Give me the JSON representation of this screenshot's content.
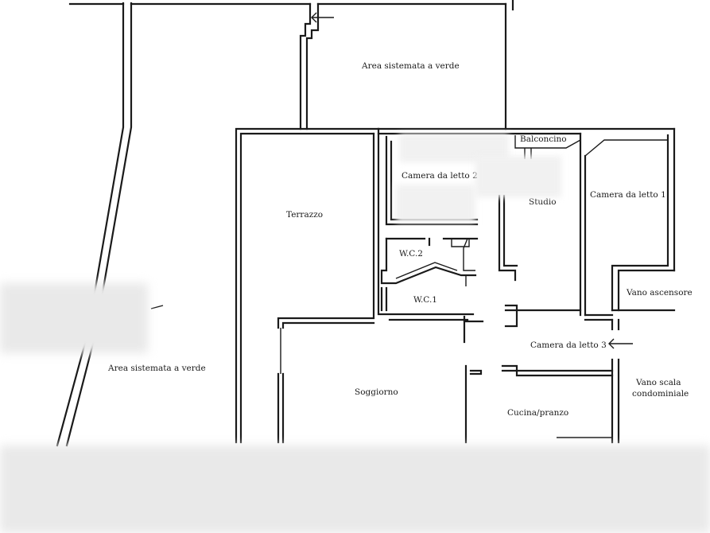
{
  "rooms": {
    "garden_top": "Area sistemata a verde",
    "garden_left": "Area sistemata a verde",
    "terrace": "Terrazzo",
    "balcony": "Balconcino",
    "bedroom2": "Camera da letto 2",
    "studio": "Studio",
    "bedroom1": "Camera da letto 1",
    "wc2": "W.C.2",
    "wc1": "W.C.1",
    "elevator": "Vano ascensore",
    "bedroom3": "Camera da letto 3",
    "living": "Soggiorno",
    "stair_line1": "Vano scala",
    "stair_line2": "condominiale",
    "kitchen": "Cucina/pranzo"
  }
}
